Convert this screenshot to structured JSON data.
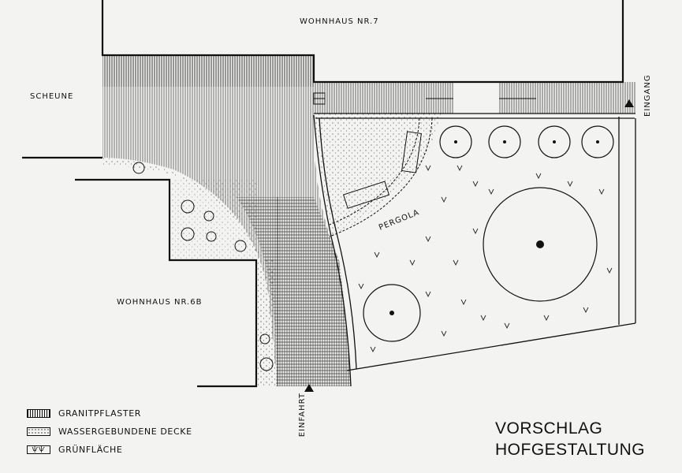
{
  "labels": {
    "wohnhaus_7": "WOHNHAUS NR.7",
    "scheune": "SCHEUNE",
    "wohnhaus_6b": "WOHNHAUS NR.6B",
    "eingang": "EINGANG",
    "einfahrt": "EINFAHRT",
    "pergola": "PERGOLA"
  },
  "legend": {
    "granit": "GRANITPFLASTER",
    "wasser": "WASSERGEBUNDENE DECKE",
    "gruen": "GRÜNFLÄCHE",
    "gruen_symbol": "ѱѱ"
  },
  "title": {
    "line1": "VORSCHLAG",
    "line2": "HOFGESTALTUNG"
  }
}
